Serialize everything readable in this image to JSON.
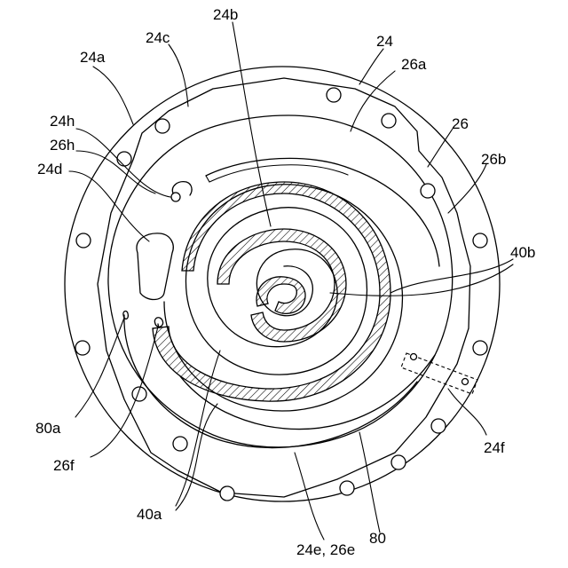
{
  "figure": {
    "labels": {
      "l24": "24",
      "l24a": "24a",
      "l24b": "24b",
      "l24c": "24c",
      "l24d": "24d",
      "l24h": "24h",
      "l26": "26",
      "l26a": "26a",
      "l26b": "26b",
      "l26h": "26h",
      "l40b": "40b",
      "l24f": "24f",
      "l80a": "80a",
      "l26f": "26f",
      "l40a": "40a",
      "l24e26e": "24e, 26e",
      "l80": "80"
    }
  }
}
